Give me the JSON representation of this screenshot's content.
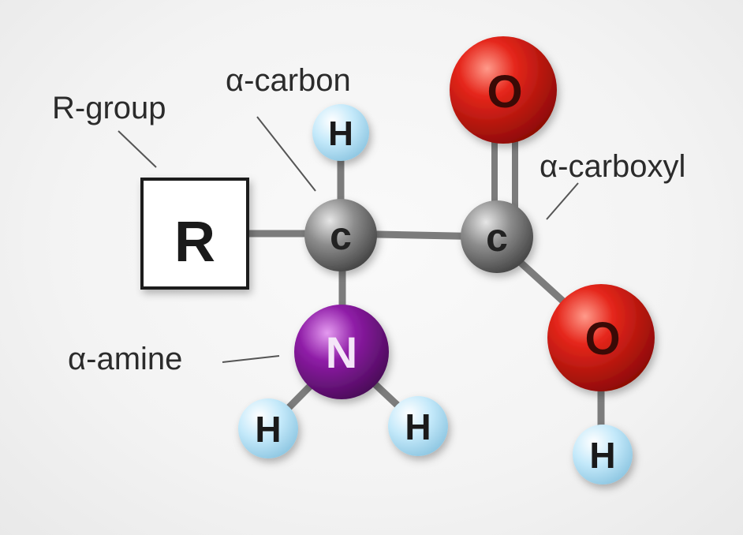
{
  "labels": {
    "r_group": "R-group",
    "alpha_carbon": "α-carbon",
    "alpha_carboxyl": "α-carboxyl",
    "alpha_amine": "α-amine"
  },
  "atoms": {
    "r": "R",
    "c_alpha": "c",
    "c_carboxyl": "c",
    "h_top": "H",
    "o_double": "O",
    "o_hydroxyl": "O",
    "h_hydroxyl": "H",
    "n": "N",
    "h_amine_left": "H",
    "h_amine_right": "H"
  },
  "colors": {
    "carbon": "#6f6f6f",
    "oxygen": "#d81c14",
    "nitrogen": "#8a1aa0",
    "hydrogen": "#bfe6f8",
    "bond": "#7f7f7f"
  }
}
